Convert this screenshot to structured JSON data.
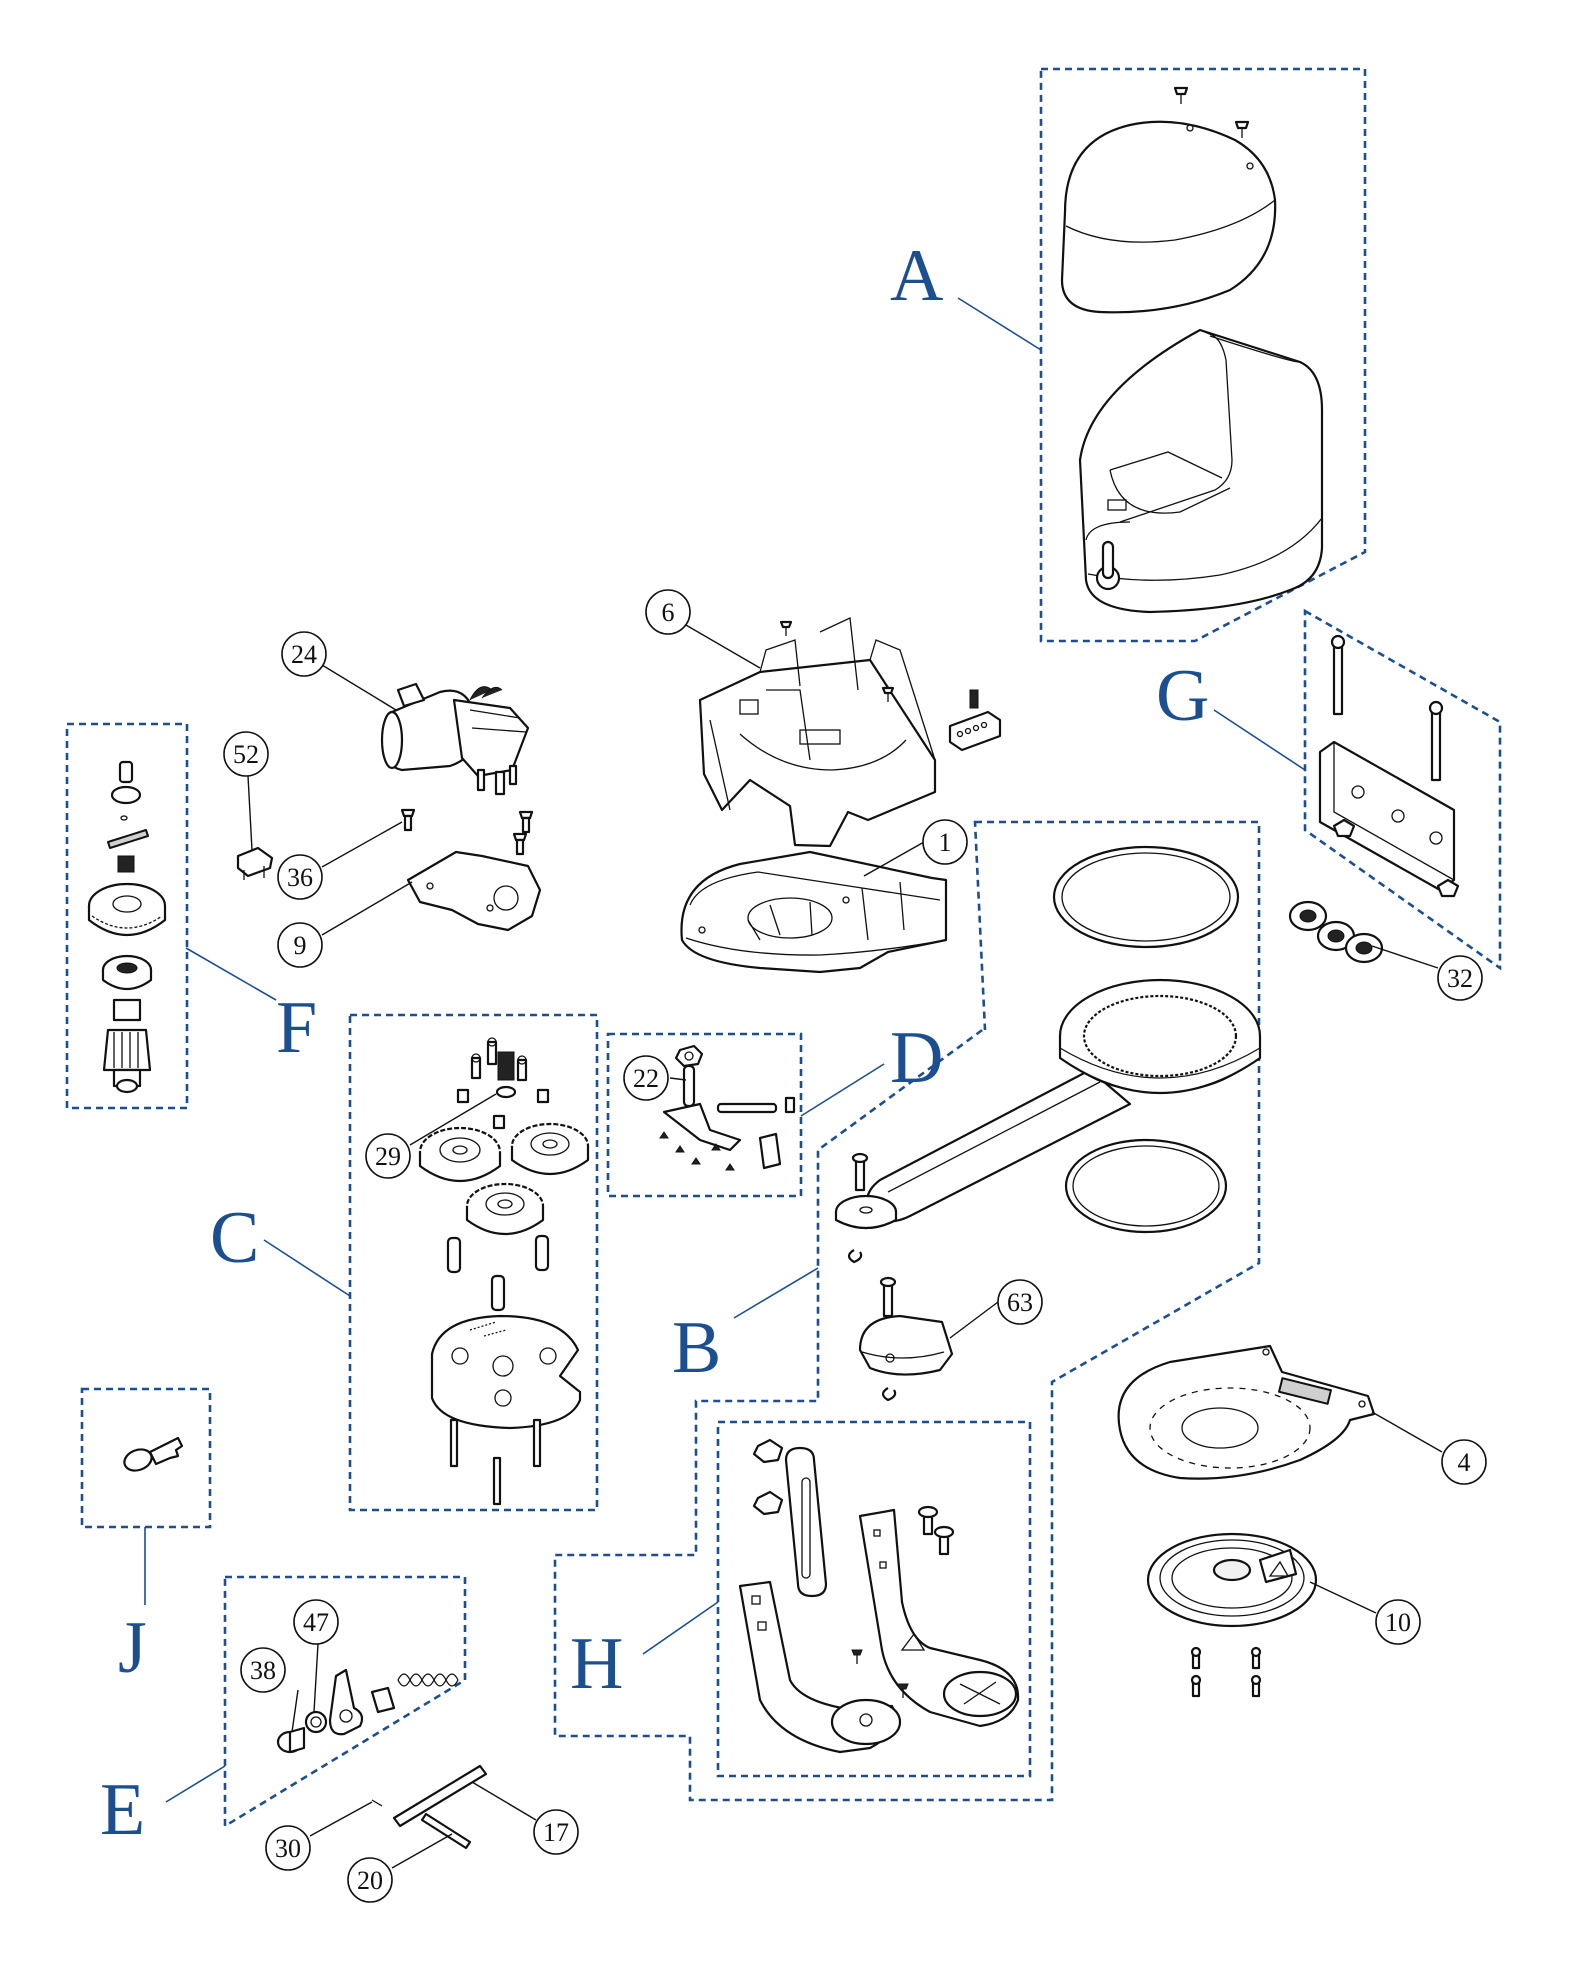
{
  "groups": [
    {
      "id": "A",
      "label": "A"
    },
    {
      "id": "B",
      "label": "B"
    },
    {
      "id": "C",
      "label": "C"
    },
    {
      "id": "D",
      "label": "D"
    },
    {
      "id": "E",
      "label": "E"
    },
    {
      "id": "F",
      "label": "F"
    },
    {
      "id": "G",
      "label": "G"
    },
    {
      "id": "H",
      "label": "H"
    },
    {
      "id": "J",
      "label": "J"
    }
  ],
  "callouts": [
    {
      "id": "c1",
      "label": "1"
    },
    {
      "id": "c4",
      "label": "4"
    },
    {
      "id": "c6",
      "label": "6"
    },
    {
      "id": "c9",
      "label": "9"
    },
    {
      "id": "c10",
      "label": "10"
    },
    {
      "id": "c17",
      "label": "17"
    },
    {
      "id": "c20",
      "label": "20"
    },
    {
      "id": "c22",
      "label": "22"
    },
    {
      "id": "c24",
      "label": "24"
    },
    {
      "id": "c29",
      "label": "29"
    },
    {
      "id": "c30",
      "label": "30"
    },
    {
      "id": "c32",
      "label": "32"
    },
    {
      "id": "c36",
      "label": "36"
    },
    {
      "id": "c38",
      "label": "38"
    },
    {
      "id": "c47",
      "label": "47"
    },
    {
      "id": "c52",
      "label": "52"
    },
    {
      "id": "c63",
      "label": "63"
    }
  ],
  "colors": {
    "group_outline": "#1b4f8f",
    "group_letter": "#1b4f8f",
    "part_line": "#111111"
  }
}
